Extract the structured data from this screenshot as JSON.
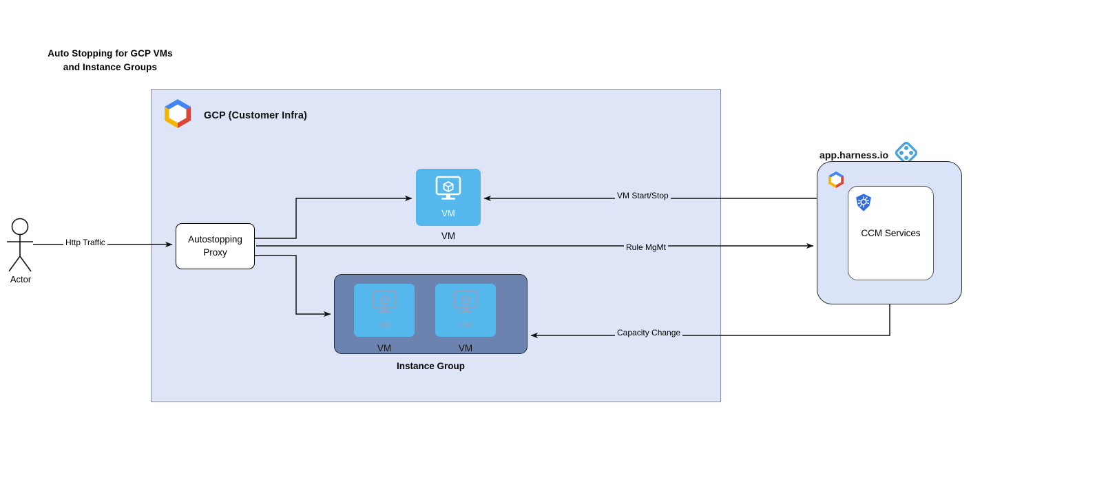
{
  "title": {
    "line1": "Auto Stopping for GCP VMs",
    "line2": "and Instance Groups"
  },
  "gcp_container": {
    "label": "GCP (Customer Infra)",
    "icon": "gcp-logo-icon",
    "background_color": "#dde5f7",
    "border_color": "#7f8fb5"
  },
  "actor": {
    "label": "Actor",
    "icon": "actor-stick-figure-icon"
  },
  "proxy": {
    "line1": "Autostopping",
    "line2": "Proxy"
  },
  "standalone_vm": {
    "inner_label": "VM",
    "caption": "VM",
    "icon": "vm-monitor-cube-icon",
    "color": "#55b8ec"
  },
  "instance_group": {
    "caption": "Instance Group",
    "container_color": "#6c83b0",
    "vms": [
      {
        "inner_label": "VM",
        "caption": "VM",
        "icon": "vm-monitor-cube-icon"
      },
      {
        "inner_label": "VM",
        "caption": "VM",
        "icon": "vm-monitor-cube-icon"
      }
    ]
  },
  "harness": {
    "header_label": "app.harness.io",
    "header_icon": "harness-diamond-logo-icon",
    "panel_icon": "gcp-logo-icon",
    "ccm_label": "CCM Services",
    "ccm_icon": "kubernetes-logo-icon",
    "panel_color": "#dae3f8",
    "accent_color": "#4aa3dc"
  },
  "edges": {
    "http_traffic": "Http Traffic",
    "vm_start_stop": "VM Start/Stop",
    "rule_mgmt": "Rule MgMt",
    "capacity_change": "Capacity Change"
  }
}
